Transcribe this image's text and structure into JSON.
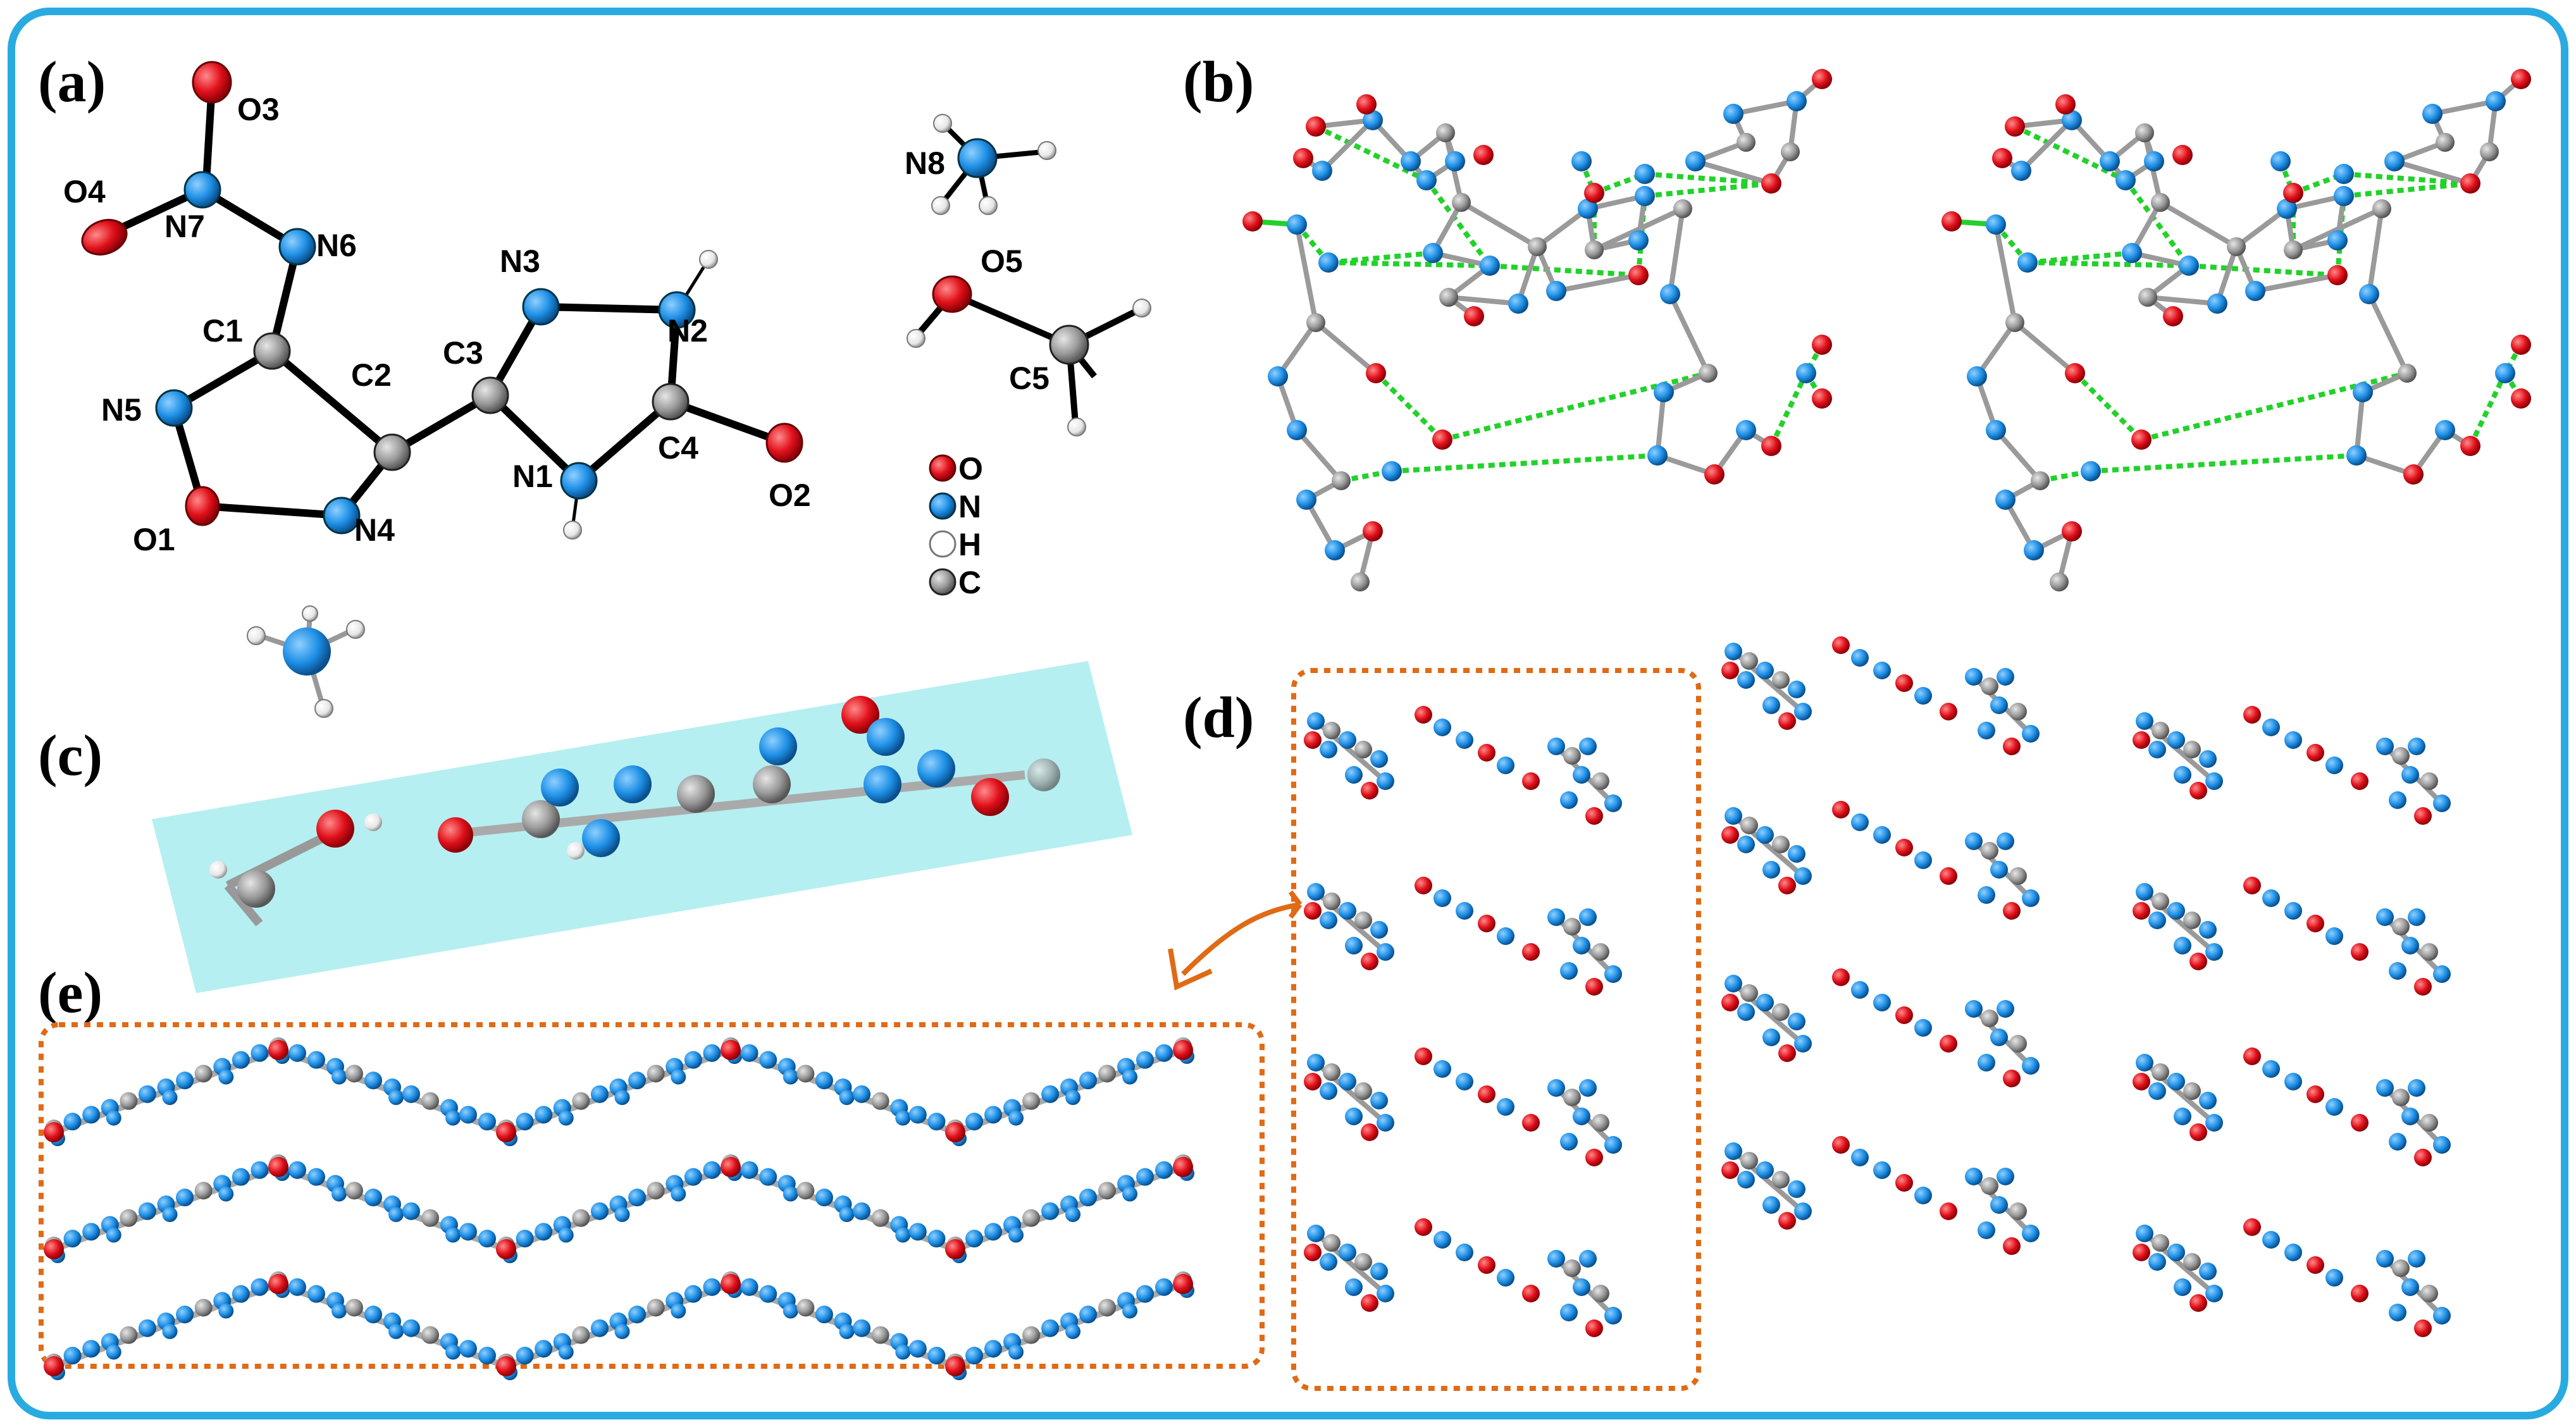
{
  "panels": {
    "a": {
      "label": "(a)"
    },
    "b": {
      "label": "(b)"
    },
    "c": {
      "label": "(c)"
    },
    "d": {
      "label": "(d)"
    },
    "e": {
      "label": "(e)"
    }
  },
  "atom_labels": {
    "O3": "O3",
    "O4": "O4",
    "N7": "N7",
    "N6": "N6",
    "C1": "C1",
    "C2": "C2",
    "C3": "C3",
    "N3": "N3",
    "N2": "N2",
    "N5": "N5",
    "N1": "N1",
    "C4": "C4",
    "O1": "O1",
    "N4": "N4",
    "O2": "O2",
    "N8": "N8",
    "O5": "O5",
    "C5": "C5"
  },
  "legend": {
    "o": "O",
    "n": "N",
    "h": "H",
    "c": "C"
  },
  "colors": {
    "frame": "#29aae1",
    "oxygen": "#e0101a",
    "nitrogen": "#1e8fe6",
    "carbon": "#9a9a9a",
    "hydrogen": "#f2f2f2",
    "hbond": "#22d12a",
    "dotted_box": "#e06a15",
    "plane": "#a8ecee"
  }
}
